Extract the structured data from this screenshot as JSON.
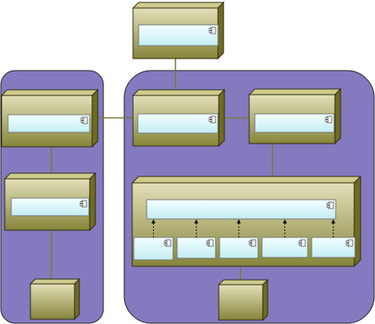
{
  "diagram": {
    "colors": {
      "background": "#ffffff",
      "region_fill": "#8579c0",
      "region_stroke": "#222222",
      "node_front_top": "#e3e0b9",
      "node_front_bottom": "#86853a",
      "node_top_face": "#cfcb8c",
      "node_side_face": "#6f6c22",
      "node_stroke": "#2b2a10",
      "component_fill_top": "#f3ffff",
      "component_fill_bottom": "#c3edf4",
      "component_stroke": "#777777",
      "connector": "#7a7a3f",
      "dependency_arrow": "#000000"
    },
    "regions": [
      {
        "id": "left-region"
      },
      {
        "id": "right-region"
      }
    ],
    "nodes": [
      {
        "id": "top-node",
        "components": [
          "top-component"
        ]
      },
      {
        "id": "left-upper-node",
        "components": [
          "left-upper-component"
        ]
      },
      {
        "id": "left-middle-node",
        "components": [
          "left-middle-component"
        ]
      },
      {
        "id": "left-bottom-node",
        "components": []
      },
      {
        "id": "center-node",
        "components": [
          "center-component"
        ]
      },
      {
        "id": "right-node",
        "components": [
          "right-component"
        ]
      },
      {
        "id": "large-node",
        "components": [
          "bus-component",
          "sub-component-1",
          "sub-component-2",
          "sub-component-3",
          "sub-component-4",
          "sub-component-5"
        ]
      },
      {
        "id": "bottom-node",
        "components": []
      }
    ],
    "connections": [
      {
        "from": "top-node",
        "to": "center-node"
      },
      {
        "from": "left-upper-node",
        "to": "center-node"
      },
      {
        "from": "center-node",
        "to": "right-node"
      },
      {
        "from": "left-upper-node",
        "to": "left-middle-node"
      },
      {
        "from": "left-middle-node",
        "to": "left-bottom-node"
      },
      {
        "from": "right-node",
        "to": "large-node"
      },
      {
        "from": "large-node",
        "to": "bottom-node"
      }
    ],
    "dependencies": [
      {
        "from": "sub-component-1",
        "to": "bus-component"
      },
      {
        "from": "sub-component-2",
        "to": "bus-component"
      },
      {
        "from": "sub-component-3",
        "to": "bus-component"
      },
      {
        "from": "sub-component-4",
        "to": "bus-component"
      },
      {
        "from": "sub-component-5",
        "to": "bus-component"
      }
    ]
  }
}
